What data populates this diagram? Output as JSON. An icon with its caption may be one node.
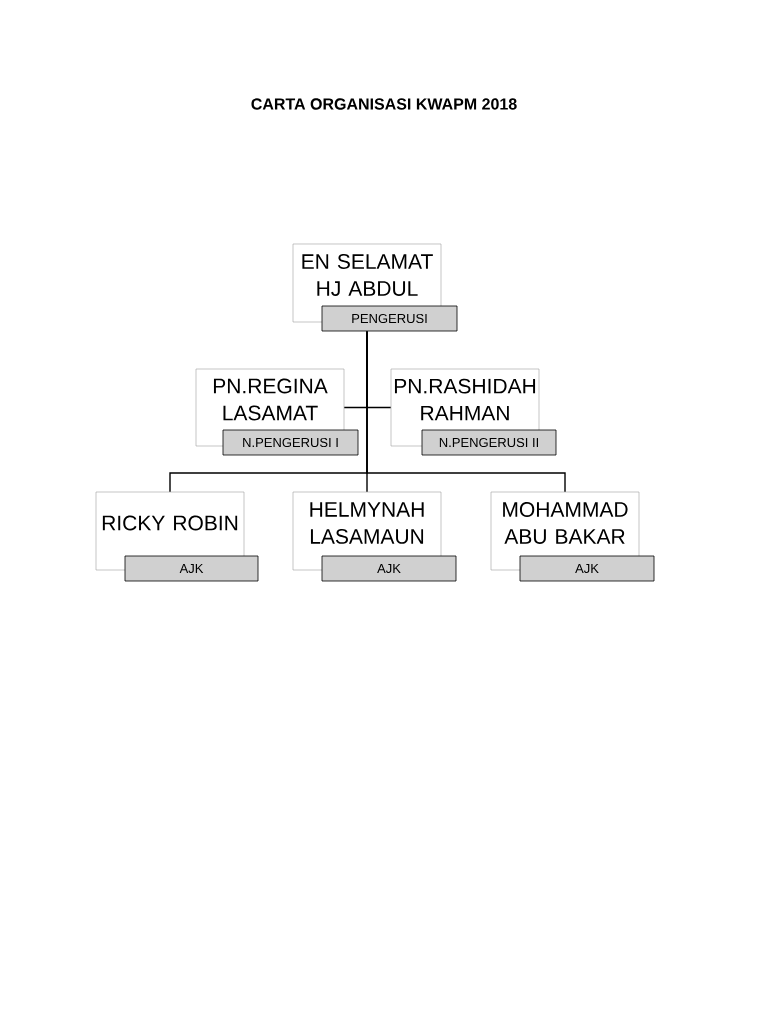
{
  "diagram": {
    "title": "CARTA ORGANISASI KWAPM 2018",
    "nodes": [
      {
        "text": [
          "EN SELAMAT HJ ABDUL"
        ]
      },
      {
        "text": [
          "PENGERUSI"
        ]
      },
      {
        "text": [
          "PN.REGINA LASAMAT"
        ]
      },
      {
        "text": [
          "N.PENGERUSI I"
        ]
      },
      {
        "text": [
          "PN.RASHIDAH RAHMAN"
        ]
      },
      {
        "text": [
          "N.PENGERUSI II"
        ]
      },
      {
        "text": [
          "RICKY ROBIN"
        ]
      },
      {
        "text": [
          "AJK"
        ]
      },
      {
        "text": [
          "HELMYNAH LASAMAUN"
        ]
      },
      {
        "text": [
          "AJK"
        ]
      },
      {
        "text": [
          "MOHAMMAD ABU BAKAR"
        ]
      },
      {
        "text": [
          "AJK"
        ]
      }
    ],
    "edges": [
      {
        "from": 1,
        "to": 2,
        "arrow": "none"
      },
      {
        "from": 1,
        "to": 4,
        "arrow": "none"
      },
      {
        "from": 1,
        "to": 6,
        "arrow": "none"
      },
      {
        "from": 1,
        "to": 8,
        "arrow": "none"
      },
      {
        "from": 1,
        "to": 10,
        "arrow": "none"
      }
    ]
  }
}
